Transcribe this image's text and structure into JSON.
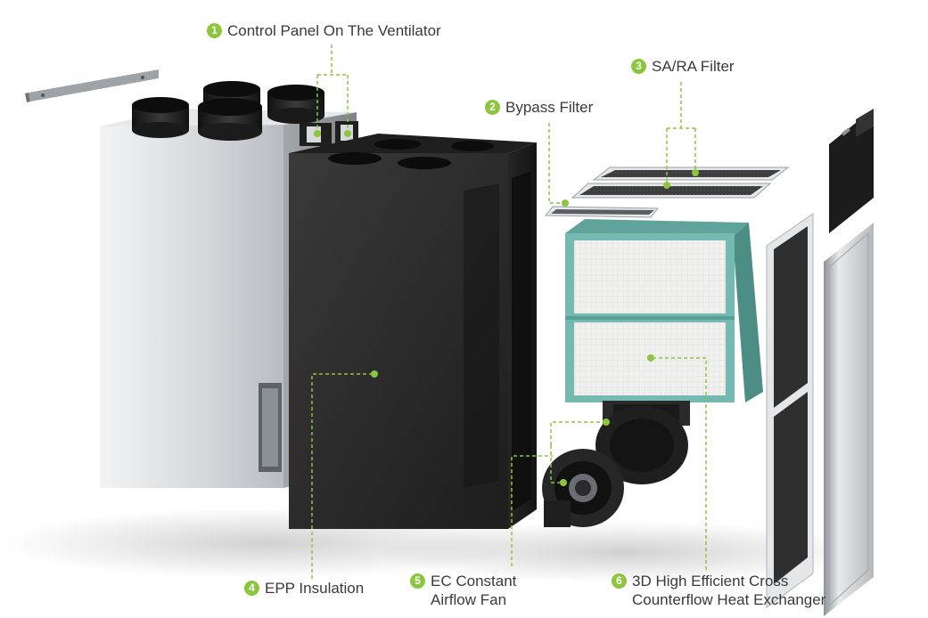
{
  "colors": {
    "accent": "#8cc63f",
    "label_text": "#3a3a3a",
    "foam": "#2a2a2a",
    "casing": "#c9ccd0",
    "exchanger_frame": "#6fb3ac"
  },
  "icons": {
    "number_badge": "green-circle-number"
  },
  "callouts": [
    {
      "num": "1",
      "line1": "Control Panel On The Ventilator"
    },
    {
      "num": "2",
      "line1": "Bypass Filter"
    },
    {
      "num": "3",
      "line1": "SA/RA Filter"
    },
    {
      "num": "4",
      "line1": "EPP Insulation"
    },
    {
      "num": "5",
      "line1": "EC Constant",
      "line2": "Airflow Fan"
    },
    {
      "num": "6",
      "line1": "3D High Efficient Cross",
      "line2": "Counterflow Heat Exchanger"
    }
  ]
}
